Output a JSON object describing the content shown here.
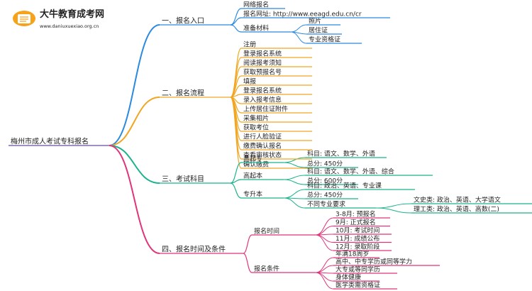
{
  "logo": {
    "title": "大牛教育成考网",
    "url": "www.daniuxuexiao.org.cn"
  },
  "colors": {
    "blue": "#2b8ae0",
    "orange": "#f0a623",
    "green": "#1bb38c",
    "pink": "#e0357a"
  },
  "root": "梅州市成人考试专科报名",
  "branches": [
    {
      "label": "一、报名入口",
      "items": [
        {
          "label": "网络报名"
        },
        {
          "label": "报名网址: http://www.eeagd.edu.cn/cr"
        },
        {
          "label": "准备材料",
          "children": [
            {
              "label": "照片"
            },
            {
              "label": "居住证"
            },
            {
              "label": "专业资格证"
            }
          ]
        }
      ]
    },
    {
      "label": "二、报名流程",
      "items": [
        {
          "label": "注册"
        },
        {
          "label": "登录报名系统"
        },
        {
          "label": "阅读报考须知"
        },
        {
          "label": "获取预报名号"
        },
        {
          "label": "填报"
        },
        {
          "label": "登录报名系统"
        },
        {
          "label": "录入报考信息"
        },
        {
          "label": "上传居住证附件"
        },
        {
          "label": "采集相片"
        },
        {
          "label": "获取考位"
        },
        {
          "label": "进行人脸验证"
        },
        {
          "label": "缴费确认报名"
        },
        {
          "label": "查看审核状态"
        },
        {
          "label": "确认缴费"
        }
      ]
    },
    {
      "label": "三、考试科目",
      "items": [
        {
          "label": "高起专",
          "children": [
            {
              "label": "科目: 语文、数学、外语"
            },
            {
              "label": "总分: 450分"
            }
          ]
        },
        {
          "label": "高起本",
          "children": [
            {
              "label": "科目: 语文、数学、外语、综合"
            },
            {
              "label": "总分: 600分"
            }
          ]
        },
        {
          "label": "专升本",
          "children": [
            {
              "label": "科目: 政治、英语、专业课"
            },
            {
              "label": "总分: 450分"
            },
            {
              "label": "不同专业要求",
              "children": [
                {
                  "label": "文史类: 政治、英语、大学语文"
                },
                {
                  "label": "理工类: 政治、英语、高数(二)"
                }
              ]
            }
          ]
        }
      ]
    },
    {
      "label": "四、报名时间及条件",
      "items": [
        {
          "label": "报名时间",
          "children": [
            {
              "label": "3-8月: 预报名"
            },
            {
              "label": "9月: 正式报名"
            },
            {
              "label": "10月: 考试时间"
            },
            {
              "label": "11月: 成绩公布"
            },
            {
              "label": "12月: 录取阶段"
            }
          ]
        },
        {
          "label": "报名条件",
          "children": [
            {
              "label": "年满18周岁"
            },
            {
              "label": "高中、中专学历或同等学力"
            },
            {
              "label": "大专或等同学历"
            },
            {
              "label": "身体健康"
            },
            {
              "label": "医学类需资格证"
            }
          ]
        }
      ]
    }
  ]
}
